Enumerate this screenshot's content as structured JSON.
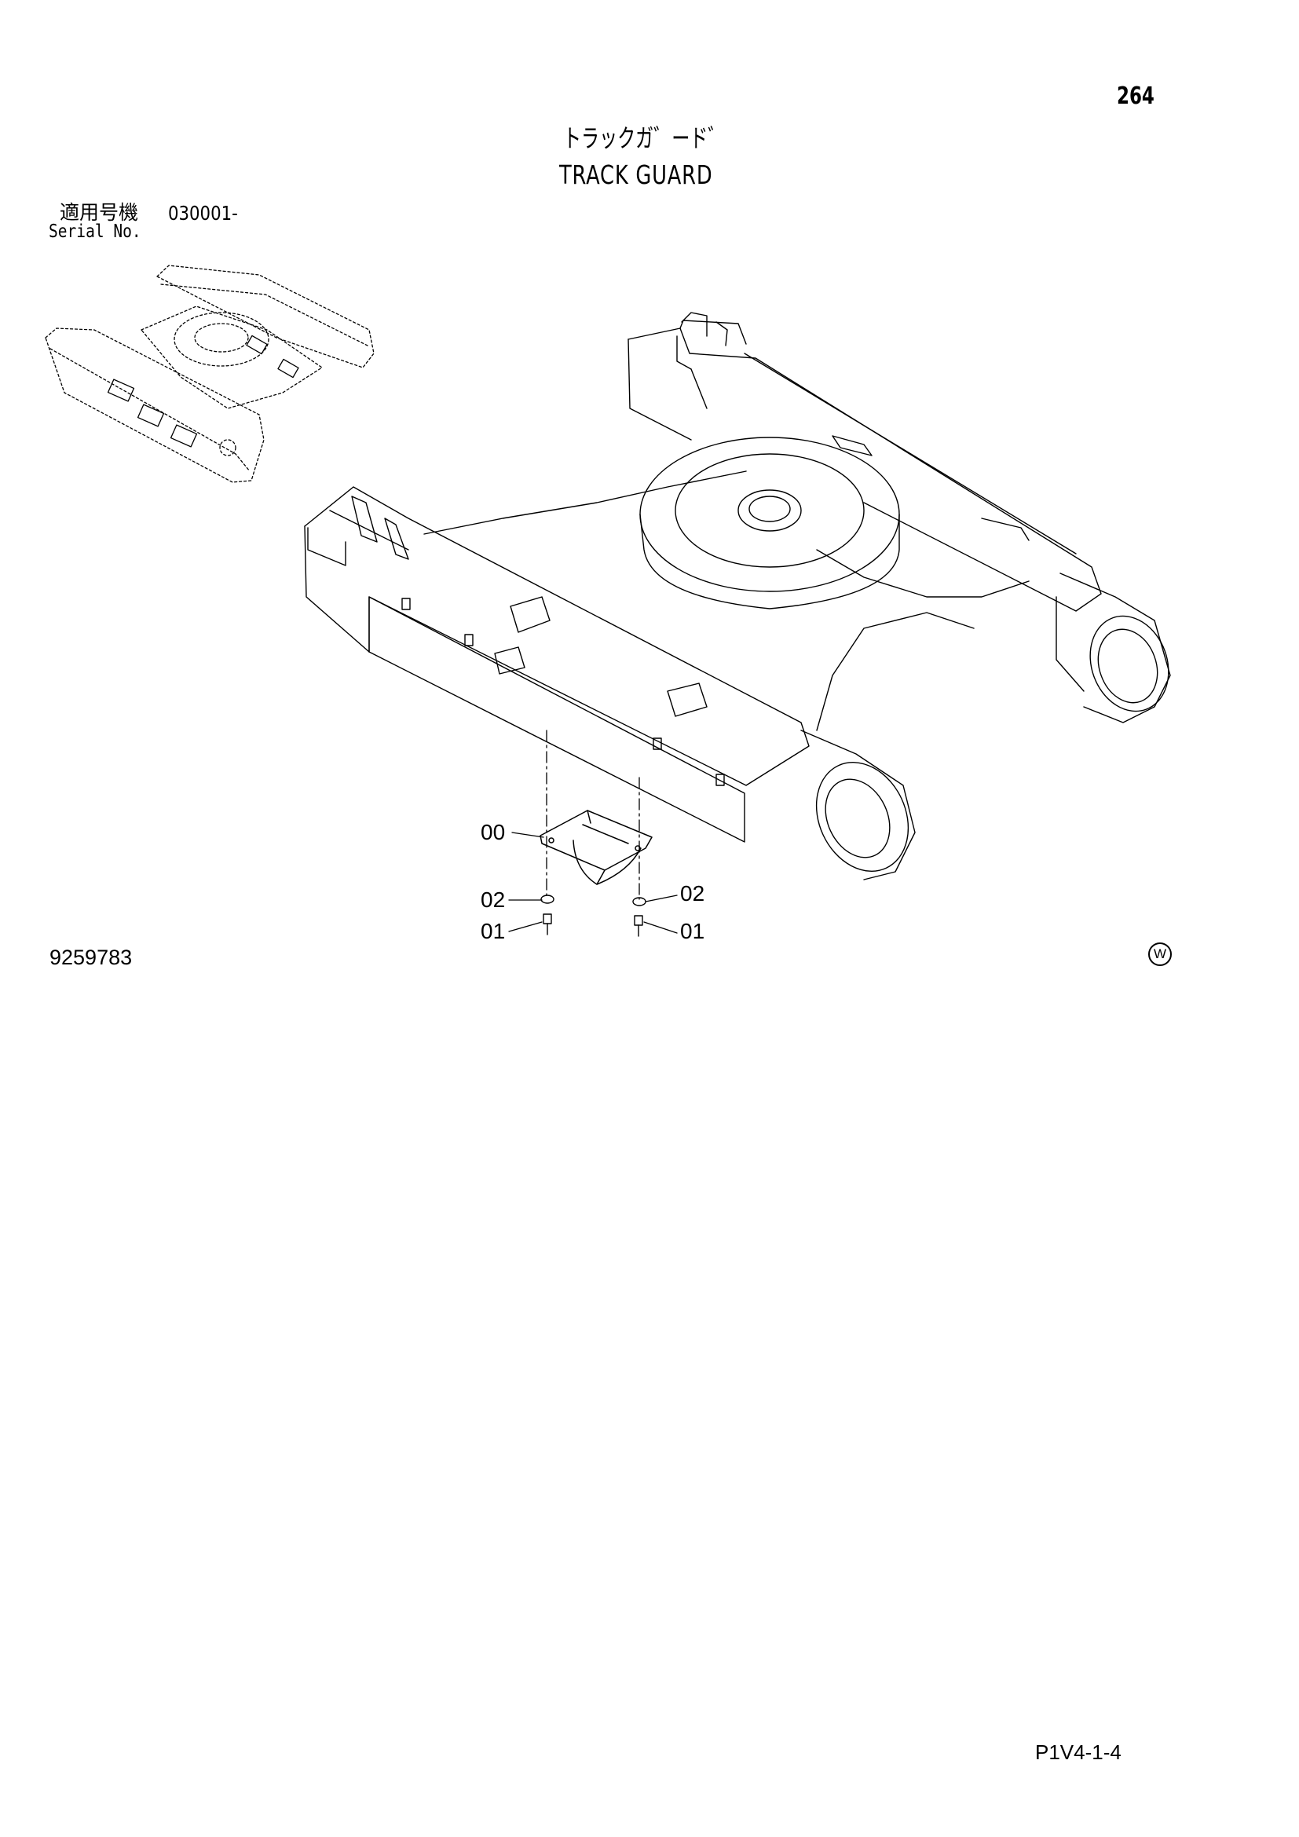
{
  "header": {
    "page_number": "264",
    "title_jp": "トラックガ゛ード゛",
    "title_en": "TRACK GUARD",
    "serial_label_jp": "適用号機",
    "serial_value": "030001-",
    "serial_label_en": "Serial No."
  },
  "diagram": {
    "callouts": [
      {
        "id": "c00",
        "label": "00"
      },
      {
        "id": "c02a",
        "label": "02"
      },
      {
        "id": "c02b",
        "label": "02"
      },
      {
        "id": "c01a",
        "label": "01"
      },
      {
        "id": "c01b",
        "label": "01"
      }
    ]
  },
  "footer": {
    "drawing_number": "9259783",
    "mark": "W",
    "page_code": "P1V4-1-4"
  }
}
